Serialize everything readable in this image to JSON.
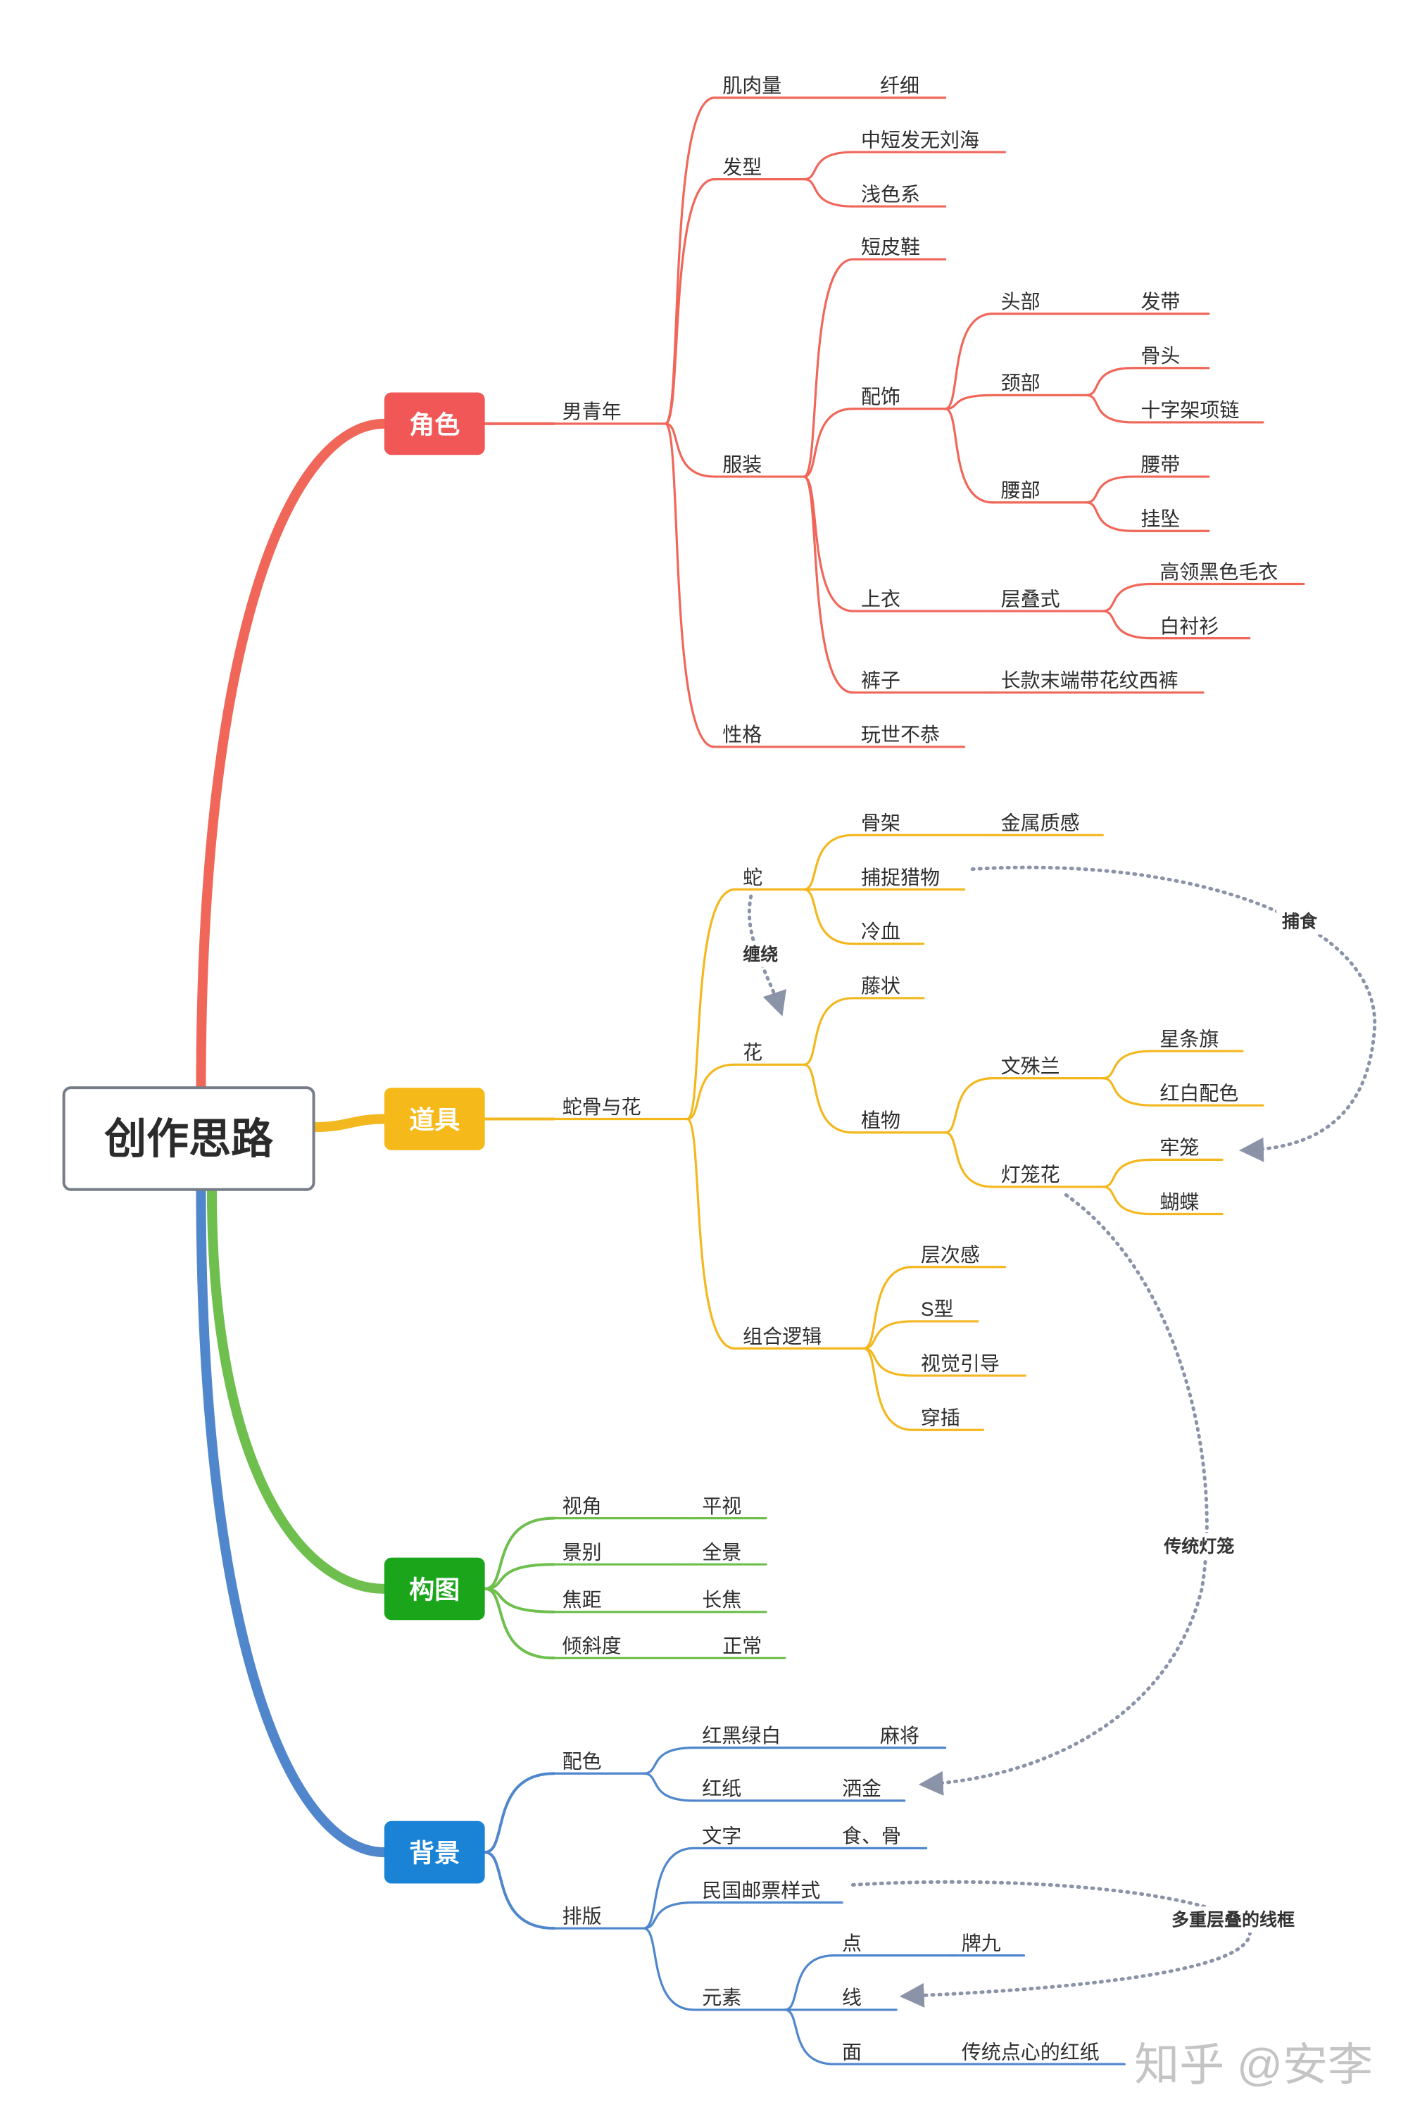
{
  "colors": {
    "role": "#f0675a",
    "prop": "#f3b81f",
    "comp": "#6fbf4e",
    "bg": "#4f86cc",
    "role_fill": "#f25757",
    "prop_fill": "#f6b91a",
    "comp_fill": "#1aa51a",
    "bg_fill": "#1a83d6",
    "dotted": "#8a93a7",
    "text": "#2e2e2e"
  },
  "root": {
    "label": "创作思路"
  },
  "branches": [
    {
      "id": "role",
      "label": "角色",
      "children": [
        {
          "label": "男青年",
          "children": [
            {
              "label": "肌肉量",
              "children": [
                {
                  "label": "纤细"
                }
              ]
            },
            {
              "label": "发型",
              "children": [
                {
                  "label": "中短发无刘海"
                },
                {
                  "label": "浅色系"
                }
              ]
            },
            {
              "label": "服装",
              "children": [
                {
                  "label": "短皮鞋"
                },
                {
                  "label": "配饰",
                  "children": [
                    {
                      "label": "头部",
                      "children": [
                        {
                          "label": "发带"
                        }
                      ]
                    },
                    {
                      "label": "颈部",
                      "children": [
                        {
                          "label": "骨头"
                        },
                        {
                          "label": "十字架项链"
                        }
                      ]
                    },
                    {
                      "label": "腰部",
                      "children": [
                        {
                          "label": "腰带"
                        },
                        {
                          "label": "挂坠"
                        }
                      ]
                    }
                  ]
                },
                {
                  "label": "上衣",
                  "children": [
                    {
                      "label": "层叠式",
                      "children": [
                        {
                          "label": "高领黑色毛衣"
                        },
                        {
                          "label": "白衬衫"
                        }
                      ]
                    }
                  ]
                },
                {
                  "label": "裤子",
                  "children": [
                    {
                      "label": "长款末端带花纹西裤"
                    }
                  ]
                }
              ]
            },
            {
              "label": "性格",
              "children": [
                {
                  "label": "玩世不恭"
                }
              ]
            }
          ]
        }
      ]
    },
    {
      "id": "prop",
      "label": "道具",
      "children": [
        {
          "label": "蛇骨与花",
          "children": [
            {
              "label": "蛇",
              "children": [
                {
                  "label": "骨架",
                  "children": [
                    {
                      "label": "金属质感"
                    }
                  ]
                },
                {
                  "label": "捕捉猎物"
                },
                {
                  "label": "冷血"
                }
              ]
            },
            {
              "label": "花",
              "children": [
                {
                  "label": "藤状"
                },
                {
                  "label": "植物",
                  "children": [
                    {
                      "label": "文殊兰",
                      "children": [
                        {
                          "label": "星条旗"
                        },
                        {
                          "label": "红白配色"
                        }
                      ]
                    },
                    {
                      "label": "灯笼花",
                      "children": [
                        {
                          "label": "牢笼"
                        },
                        {
                          "label": "蝴蝶"
                        }
                      ]
                    }
                  ]
                }
              ]
            },
            {
              "label": "组合逻辑",
              "children": [
                {
                  "label": "层次感"
                },
                {
                  "label": "S型"
                },
                {
                  "label": "视觉引导"
                },
                {
                  "label": "穿插"
                }
              ]
            }
          ]
        }
      ]
    },
    {
      "id": "comp",
      "label": "构图",
      "children": [
        {
          "label": "视角",
          "children": [
            {
              "label": "平视"
            }
          ]
        },
        {
          "label": "景别",
          "children": [
            {
              "label": "全景"
            }
          ]
        },
        {
          "label": "焦距",
          "children": [
            {
              "label": "长焦"
            }
          ]
        },
        {
          "label": "倾斜度",
          "children": [
            {
              "label": "正常"
            }
          ]
        }
      ]
    },
    {
      "id": "bg",
      "label": "背景",
      "children": [
        {
          "label": "配色",
          "children": [
            {
              "label": "红黑绿白",
              "children": [
                {
                  "label": "麻将"
                }
              ]
            },
            {
              "label": "红纸",
              "children": [
                {
                  "label": "洒金"
                }
              ]
            }
          ]
        },
        {
          "label": "排版",
          "children": [
            {
              "label": "文字",
              "children": [
                {
                  "label": "食、骨"
                }
              ]
            },
            {
              "label": "民国邮票样式"
            },
            {
              "label": "元素",
              "children": [
                {
                  "label": "点",
                  "children": [
                    {
                      "label": "牌九"
                    }
                  ]
                },
                {
                  "label": "线"
                },
                {
                  "label": "面",
                  "children": [
                    {
                      "label": "传统点心的红纸"
                    }
                  ]
                }
              ]
            }
          ]
        }
      ]
    }
  ],
  "relations": [
    {
      "label": "缠绕",
      "from": "蛇",
      "to": "花"
    },
    {
      "label": "捕食",
      "from": "捕捉猎物",
      "to": "牢笼"
    },
    {
      "label": "传统灯笼",
      "from": "灯笼花",
      "to": "洒金"
    },
    {
      "label": "多重层叠的线框",
      "from": "民国邮票样式",
      "to": "线"
    }
  ],
  "watermark": "知乎 @安李"
}
